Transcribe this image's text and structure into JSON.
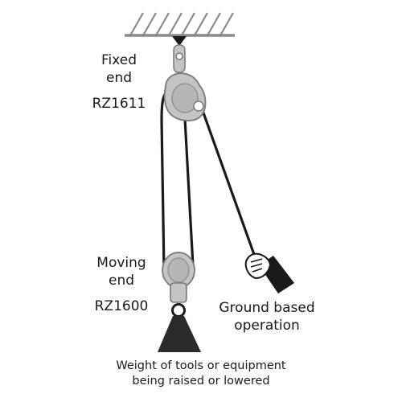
{
  "fixed_pulley": {
    "label_line1": "Fixed",
    "label_line2": "end",
    "code": "RZ1611"
  },
  "moving_pulley": {
    "label_line1": "Moving",
    "label_line2": "end",
    "code": "RZ1600"
  },
  "operation": {
    "line1": "Ground based",
    "line2": "operation"
  },
  "caption": {
    "line1": "Weight of tools or equipment",
    "line2": "being raised or lowered"
  },
  "colors": {
    "ceiling": "#8a8a8a",
    "pulley_fill": "#c4c4c4",
    "pulley_stroke": "#7a7a7a",
    "rope": "#1a1a1a",
    "weight": "#2b2b2b",
    "text": "#1a1a1a"
  }
}
